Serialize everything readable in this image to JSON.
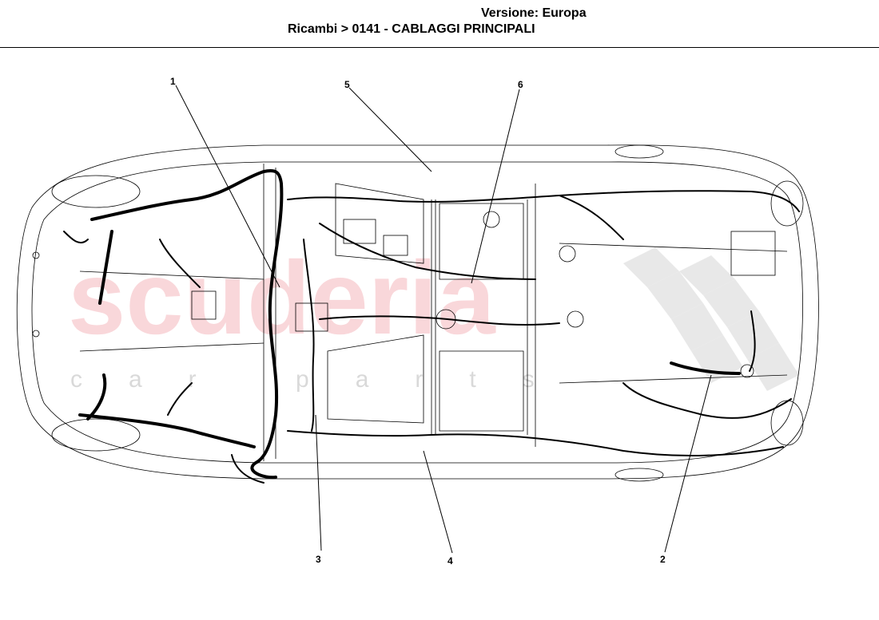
{
  "header": {
    "version": "Versione: Europa",
    "breadcrumb": "Ricambi > 0141 - CABLAGGI PRINCIPALI"
  },
  "watermark": {
    "brand": "scuderia",
    "tagline": "car parts"
  },
  "callouts": [
    "1",
    "5",
    "6",
    "3",
    "4",
    "2"
  ],
  "colors": {
    "line": "#000000",
    "watermark": "#f2a7ae",
    "checker": "#d9d9d9"
  }
}
